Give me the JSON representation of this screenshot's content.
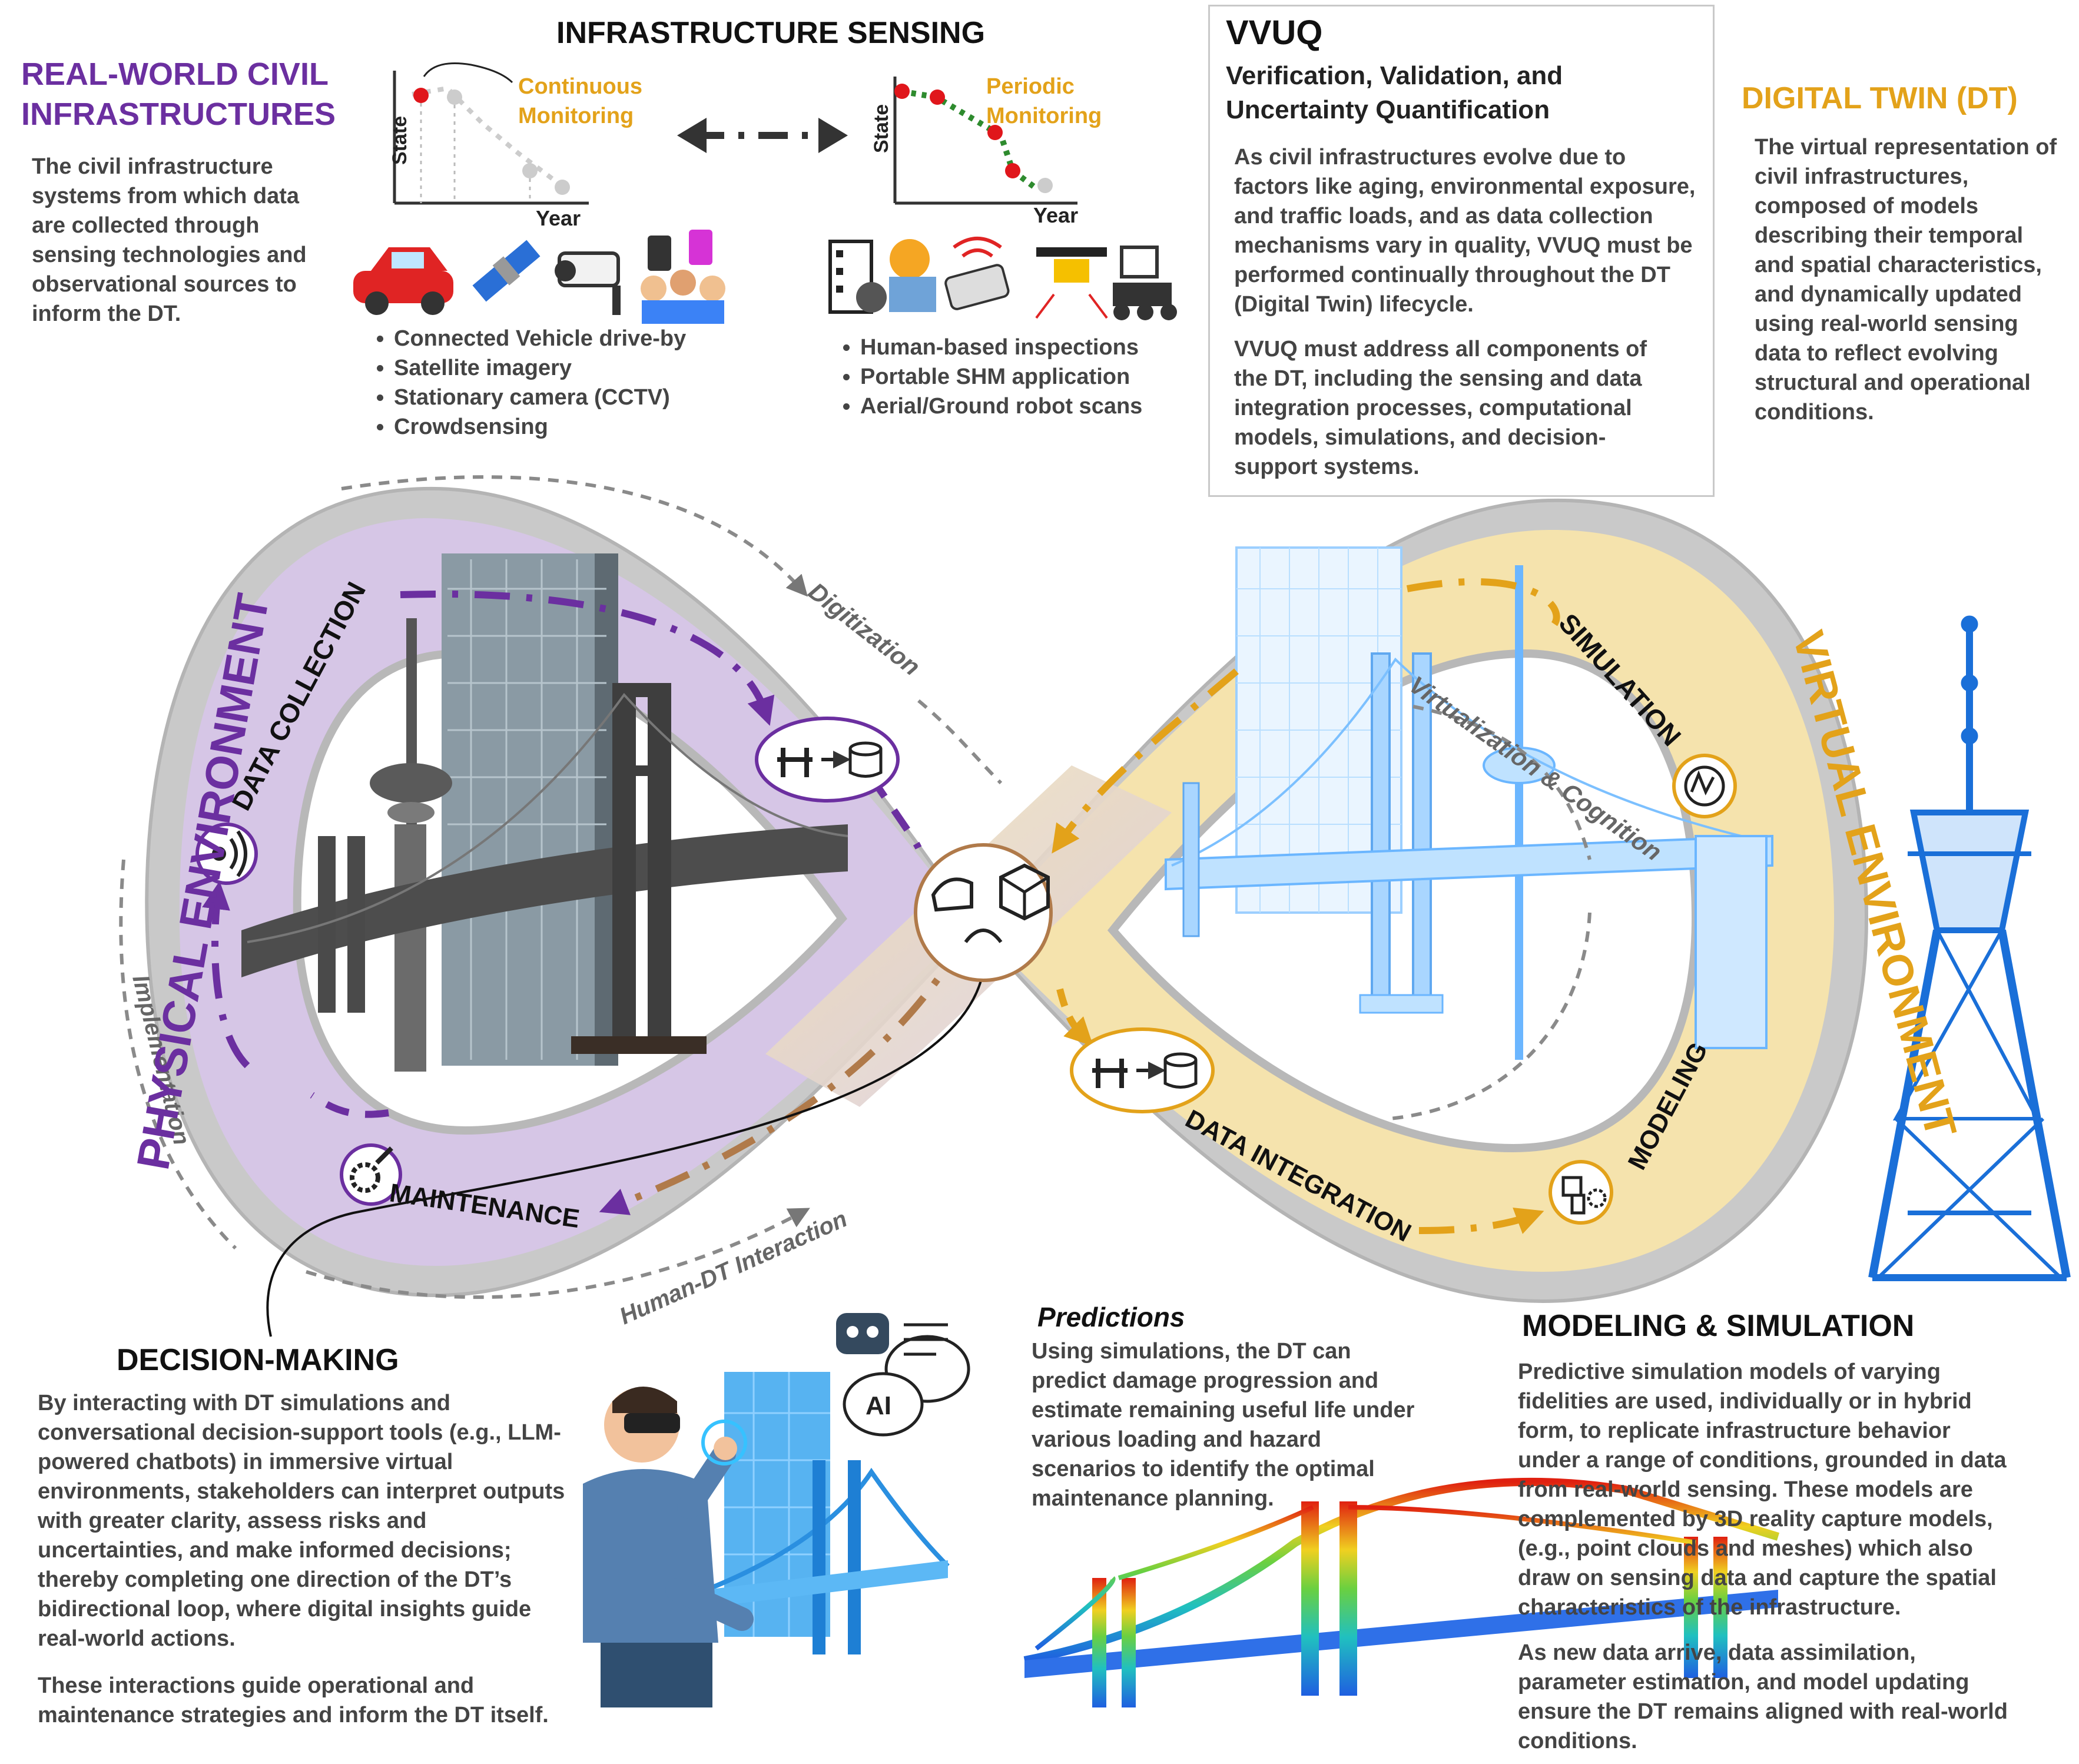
{
  "real_world": {
    "title_lines": [
      "REAL-WORLD CIVIL",
      "INFRASTRUCTURES"
    ],
    "description": "The civil infrastructure systems from which data are collected through sensing technologies and observational sources to inform the DT."
  },
  "sensing": {
    "title": "INFRASTRUCTURE SENSING",
    "continuous_lines": [
      "Continuous",
      "Monitoring"
    ],
    "periodic_lines": [
      "Periodic",
      "Monitoring"
    ],
    "axis_state": "State",
    "axis_year": "Year",
    "continuous_items": [
      "Connected Vehicle drive-by",
      "Satellite imagery",
      "Stationary camera (CCTV)",
      "Crowdsensing"
    ],
    "periodic_items": [
      "Human-based inspections",
      "Portable SHM application",
      "Aerial/Ground robot scans"
    ]
  },
  "vvuq": {
    "title": "VVUQ",
    "subtitle_lines": [
      "Verification, Validation, and",
      "Uncertainty Quantification"
    ],
    "para1": "As civil infrastructures evolve due to factors like aging, environmental exposure, and traffic loads, and as data collection mechanisms vary in quality, VVUQ must be performed continually throughout the DT (Digital Twin) lifecycle.",
    "para2": "VVUQ must address all components of the DT, including the sensing and data integration processes, computational models, simulations, and decision-support systems."
  },
  "digital_twin": {
    "title": "DIGITAL TWIN (DT)",
    "description": "The virtual representation of civil infrastructures, composed of models describing their temporal and spatial characteristics, and dynamically updated using real-world sensing data to reflect evolving structural and operational conditions."
  },
  "loop": {
    "physical_env": "PHYSICAL ENVIRONMENT",
    "virtual_env": "VIRTUAL ENVIRONMENT",
    "data_collection": "DATA COLLECTION",
    "maintenance": "MAINTENANCE",
    "simulation": "SIMULATION",
    "modeling": "MODELING",
    "data_integration": "DATA INTEGRATION",
    "digitization": "Digitization",
    "implementation": "Implementation",
    "virtualization": "Virtualization & Cognition",
    "human_dt": "Human-DT Interaction"
  },
  "decision": {
    "title": "DECISION-MAKING",
    "para1": "By interacting with DT simulations and conversational decision-support tools (e.g., LLM-powered chatbots) in immersive virtual environments, stakeholders can interpret outputs with greater clarity, assess risks and uncertainties, and make informed decisions; thereby completing one direction of the DT’s bidirectional loop, where digital insights guide real-world actions.",
    "para2": "These interactions guide operational and maintenance strategies and inform the DT itself.",
    "ai_label": "AI"
  },
  "predictions": {
    "title": "Predictions",
    "description": "Using simulations, the DT can predict damage progression and estimate remaining useful life under various loading and hazard scenarios to identify the optimal maintenance planning."
  },
  "modeling_sim": {
    "title": "MODELING & SIMULATION",
    "para1": "Predictive simulation models of varying fidelities are used, individually or in hybrid form, to replicate infrastructure behavior under a range of conditions, grounded in data from real-world sensing. These models are complemented by 3D reality capture models, (e.g., point clouds and meshes) which also draw on sensing data and capture the spatial characteristics of the infrastructure.",
    "para2": "As new data arrive, data assimilation, parameter estimation, and model updating ensure the DT remains aligned with real-world conditions."
  },
  "colors": {
    "purple": "#6b2fa0",
    "gold": "#e3a21a",
    "blue": "#2f86e0",
    "gray": "#8a8a8a"
  }
}
